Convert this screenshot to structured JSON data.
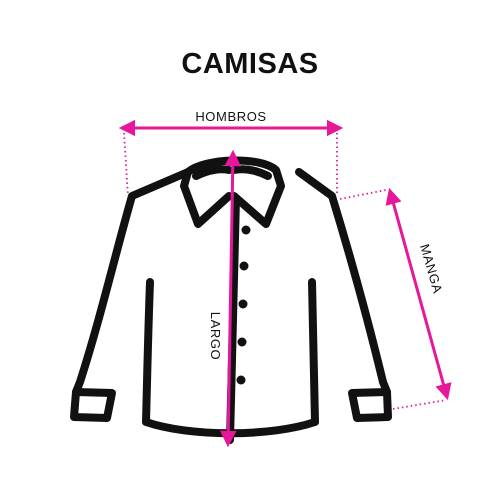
{
  "title": "CAMISAS",
  "labels": {
    "shoulders": "HOMBROS",
    "sleeve": "MANGA",
    "length": "LARGO"
  },
  "colors": {
    "accent": "#e6179b",
    "outline": "#111111",
    "background": "#ffffff"
  },
  "icons": {
    "garment": "shirt-icon"
  }
}
